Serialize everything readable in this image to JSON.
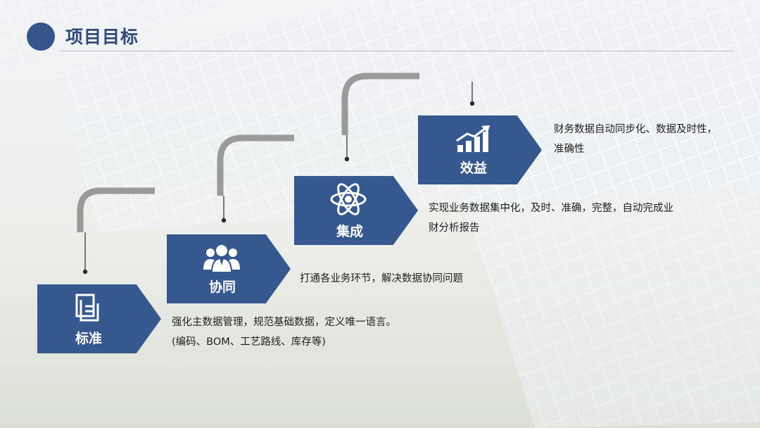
{
  "header": {
    "title": "项目目标"
  },
  "colors": {
    "accent": "#35588f",
    "connector": "#9a9a9a"
  },
  "steps": [
    {
      "label": "标准",
      "icon": "document-icon",
      "desc_lines": [
        "强化主数据管理，规范基础数据，定义唯一语言。",
        "(编码、BOM、工艺路线、库存等)"
      ]
    },
    {
      "label": "协同",
      "icon": "team-icon",
      "desc_lines": [
        "打通各业务环节，解决数据协同问题"
      ]
    },
    {
      "label": "集成",
      "icon": "atom-icon",
      "desc_lines": [
        "实现业务数据集中化，及时、准确，完整，自动完成业",
        "财分析报告"
      ]
    },
    {
      "label": "效益",
      "icon": "growth-chart-icon",
      "desc_lines": [
        "财务数据自动同步化、数据及时性，",
        "准确性"
      ]
    }
  ]
}
